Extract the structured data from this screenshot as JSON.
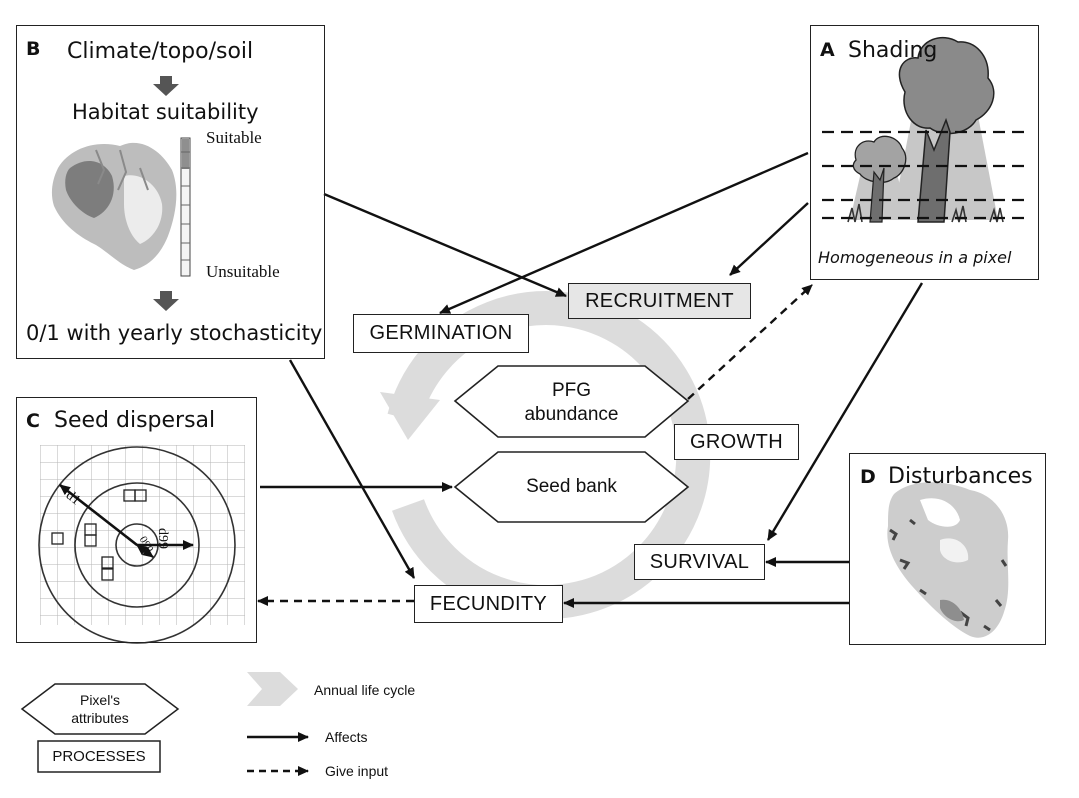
{
  "panels": {
    "b": {
      "letter": "B",
      "title": "Climate/topo/soil",
      "step2": "Habitat suitability",
      "scale_top": "Suitable",
      "scale_bottom": "Unsuitable",
      "step3": "0/1 with yearly stochasticity"
    },
    "a": {
      "letter": "A",
      "title": "Shading",
      "caption": "Homogeneous in a pixel"
    },
    "c": {
      "letter": "C",
      "title": "Seed dispersal",
      "d1": "d1",
      "d50": "d50",
      "d99": "d99"
    },
    "d": {
      "letter": "D",
      "title": "Disturbances"
    }
  },
  "processes": {
    "recruitment": "RECRUITMENT",
    "germination": "GERMINATION",
    "growth": "GROWTH",
    "survival": "SURVIVAL",
    "fecundity": "FECUNDITY"
  },
  "attributes": {
    "pfg_line1": "PFG",
    "pfg_line2": "abundance",
    "seed_bank": "Seed bank"
  },
  "legend": {
    "attr_line1": "Pixel's",
    "attr_line2": "attributes",
    "processes": "PROCESSES",
    "cycle": "Annual life cycle",
    "affects": "Affects",
    "input": "Give input"
  },
  "colors": {
    "cycle_grey": "#dcdcdc",
    "line": "#111111",
    "map_dark": "#6e6e6e",
    "map_light": "#cfcfcf"
  }
}
